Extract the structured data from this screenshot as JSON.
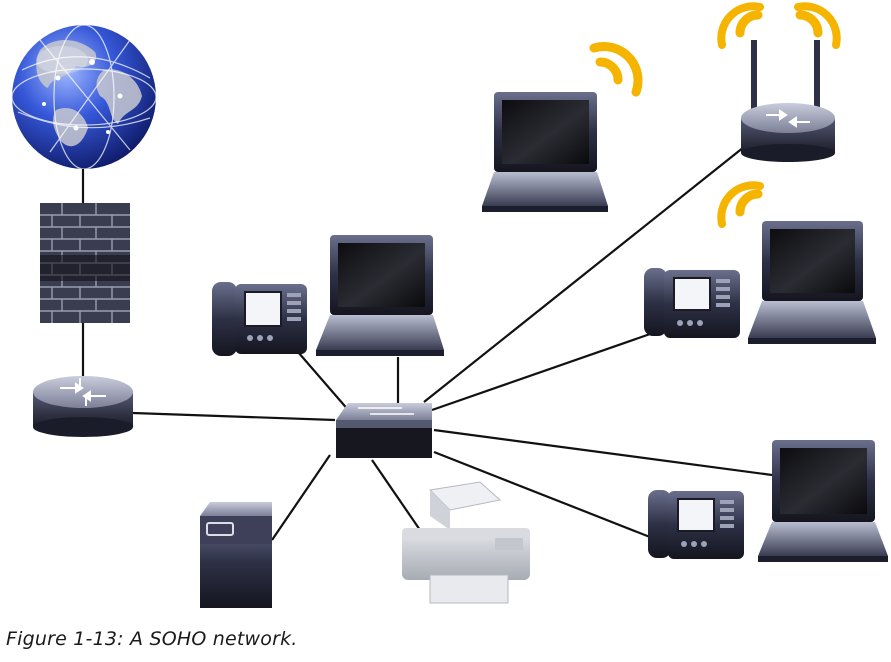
{
  "caption": "Figure 1-13: A SOHO network.",
  "nodes": [
    {
      "id": "internet",
      "icon": "globe-icon"
    },
    {
      "id": "firewall",
      "icon": "firewall-icon"
    },
    {
      "id": "router",
      "icon": "router-icon"
    },
    {
      "id": "switch",
      "icon": "switch-icon"
    },
    {
      "id": "ip-phone-1",
      "icon": "ip-phone-icon"
    },
    {
      "id": "laptop-1",
      "icon": "laptop-icon"
    },
    {
      "id": "server",
      "icon": "server-icon"
    },
    {
      "id": "printer",
      "icon": "printer-icon"
    },
    {
      "id": "ip-phone-2",
      "icon": "ip-phone-icon"
    },
    {
      "id": "laptop-2",
      "icon": "laptop-icon"
    },
    {
      "id": "ip-phone-3",
      "icon": "ip-phone-icon"
    },
    {
      "id": "laptop-3",
      "icon": "laptop-icon"
    },
    {
      "id": "wireless-ap",
      "icon": "wireless-router-icon"
    },
    {
      "id": "wireless-laptop",
      "icon": "laptop-icon"
    }
  ],
  "links": [
    {
      "from": "internet",
      "to": "firewall",
      "type": "wired"
    },
    {
      "from": "firewall",
      "to": "router",
      "type": "wired"
    },
    {
      "from": "router",
      "to": "switch",
      "type": "wired"
    },
    {
      "from": "switch",
      "to": "ip-phone-1",
      "type": "wired"
    },
    {
      "from": "switch",
      "to": "laptop-1",
      "type": "wired"
    },
    {
      "from": "switch",
      "to": "server",
      "type": "wired"
    },
    {
      "from": "switch",
      "to": "printer",
      "type": "wired"
    },
    {
      "from": "switch",
      "to": "wireless-ap",
      "type": "wired"
    },
    {
      "from": "switch",
      "to": "ip-phone-2",
      "type": "wired"
    },
    {
      "from": "switch",
      "to": "laptop-3",
      "type": "wired"
    },
    {
      "from": "switch",
      "to": "ip-phone-3",
      "type": "wired"
    },
    {
      "from": "wireless-ap",
      "to": "wireless-laptop",
      "type": "wireless"
    },
    {
      "from": "wireless-ap",
      "to": "laptop-2",
      "type": "wireless"
    }
  ],
  "colors": {
    "device_dark": "#1c1e2e",
    "device_mid": "#4a4e68",
    "device_light": "#9da2b8",
    "wifi": "#f5b400",
    "globe_blue": "#2a4fc8",
    "line": "#111111"
  }
}
